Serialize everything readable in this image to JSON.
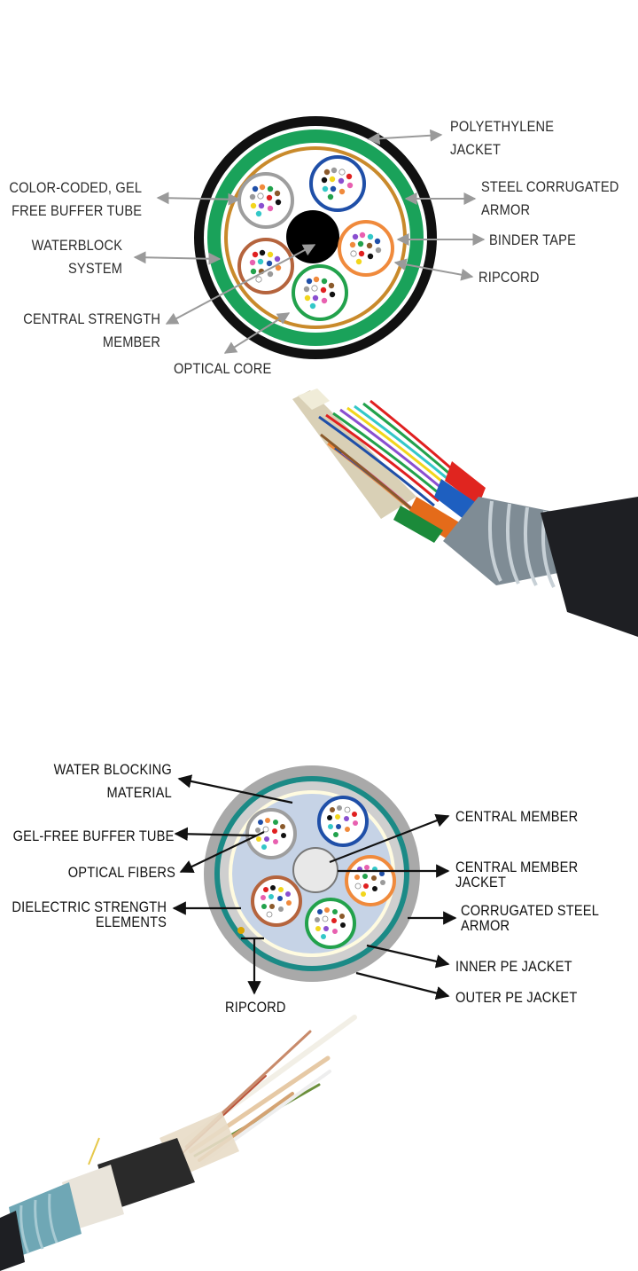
{
  "diagram1": {
    "labels": {
      "polyethylene_jacket": [
        "POLYETHYLENE",
        "JACKET"
      ],
      "buffer_tube": [
        "COLOR-CODED, GEL",
        "FREE BUFFER TUBE"
      ],
      "steel_armor": [
        "STEEL CORRUGATED",
        "ARMOR"
      ],
      "waterblock": [
        "WATERBLOCK",
        "SYSTEM"
      ],
      "binder_tape": "BINDER TAPE",
      "ripcord": "RIPCORD",
      "central_strength": [
        "CENTRAL STRENGTH",
        "MEMBER"
      ],
      "optical_core": "OPTICAL CORE"
    },
    "tube_colors": [
      "#9e9e9e",
      "#1f4fa8",
      "#b5643d",
      "#f08a3c",
      "#22a24c"
    ],
    "colors": {
      "jacket": "#111111",
      "armor": "#1aa25a",
      "binder": "#c98a2b",
      "arrow": "#9a9a9a"
    }
  },
  "diagram2": {
    "labels": {
      "water_blocking": [
        "WATER BLOCKING",
        "MATERIAL"
      ],
      "buffer_tube": "GEL-FREE BUFFER TUBE",
      "optical_fibers": "OPTICAL FIBERS",
      "dielectric": [
        "DIELECTRIC STRENGTH",
        "ELEMENTS"
      ],
      "ripcord": "RIPCORD",
      "central_member": "CENTRAL MEMBER",
      "central_member_jacket": [
        "CENTRAL MEMBER",
        "JACKET"
      ],
      "corrugated_armor": [
        "CORRUGATED STEEL",
        "ARMOR"
      ],
      "inner_jacket": "INNER PE JACKET",
      "outer_jacket": "OUTER PE JACKET"
    },
    "tube_colors": [
      "#9e9e9e",
      "#1f4fa8",
      "#b5643d",
      "#f08a3c",
      "#22a24c"
    ],
    "colors": {
      "outer": "#a9a9a9",
      "armor": "#1b8a86",
      "fill": "#c6d3e6",
      "arrow": "#111111"
    }
  },
  "fiber_colors": [
    "#1f4fa8",
    "#f08a3c",
    "#22a24c",
    "#8b5a2b",
    "#9a9a9a",
    "#ffffff",
    "#e02020",
    "#111111",
    "#f2d61c",
    "#8a4fd0",
    "#e860b0",
    "#33c8c8"
  ]
}
